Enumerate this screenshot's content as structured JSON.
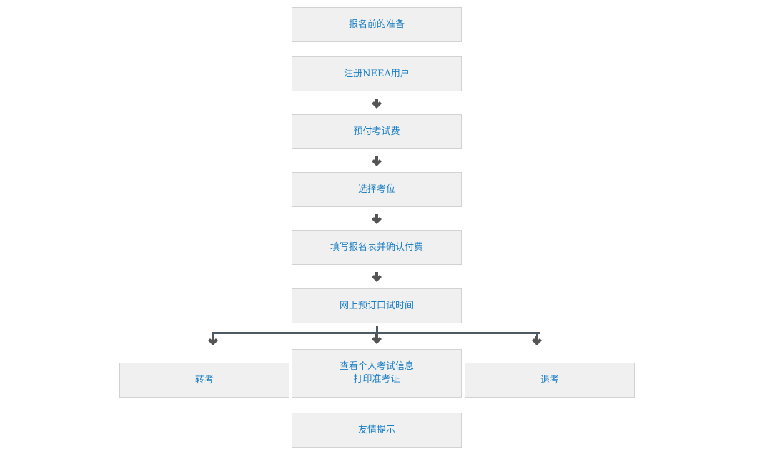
{
  "steps": [
    {
      "label": "报名前的准备"
    },
    {
      "label": "注册NEEA用户"
    },
    {
      "label": "预付考试费"
    },
    {
      "label": "选择考位"
    },
    {
      "label": "填写报名表并确认付费"
    },
    {
      "label": "网上预订口试时间"
    }
  ],
  "branches": {
    "transfer": {
      "label": "转考"
    },
    "view_print": {
      "line1": "查看个人考试信息",
      "line2": "打印准考证"
    },
    "withdraw": {
      "label": "退考"
    }
  },
  "tips": {
    "label": "友情提示"
  },
  "colors": {
    "box_bg": "#f0f0f0",
    "box_border": "#d2d2d2",
    "link_text": "#1b7fc4",
    "arrow": "#555555",
    "branch_line": "#4e5a63"
  }
}
